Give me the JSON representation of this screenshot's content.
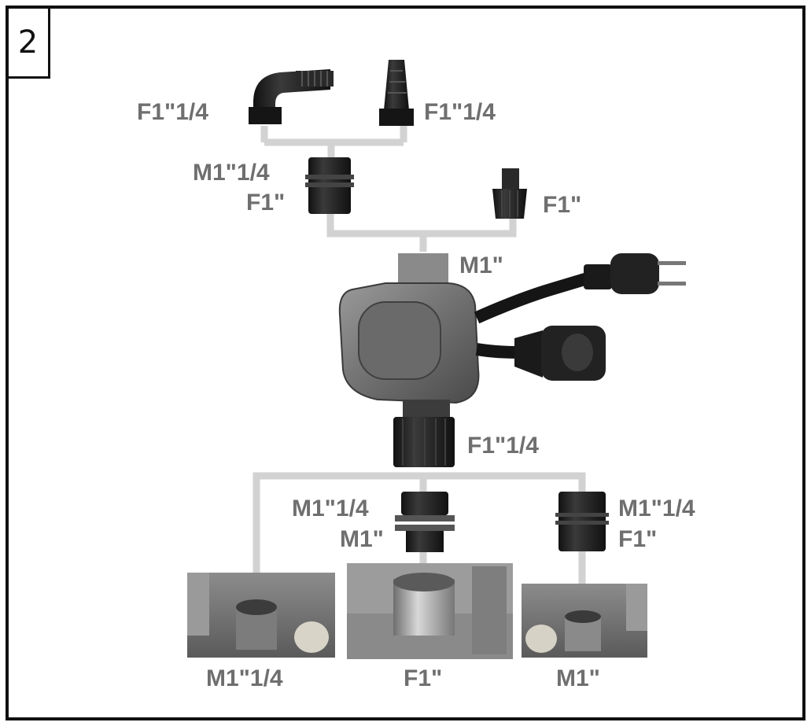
{
  "step_number": "2",
  "labels": {
    "elbow_thread": "F1\"1/4",
    "hose_tail_thread": "F1\"1/4",
    "reducer_top_line1": "M1\"1/4",
    "reducer_top_line2": "F1\"",
    "quick_connector_thread": "F1\"",
    "controller_inlet": "M1\"",
    "controller_outlet": "F1\"1/4",
    "reducer_mid_line1": "M1\"1/4",
    "reducer_mid_line2": "M1\"",
    "reducer_right_line1": "M1\"1/4",
    "reducer_right_line2": "F1\"",
    "pump_left_port": "M1\"1/4",
    "pump_center_port": "F1\"",
    "pump_right_port": "M1\""
  },
  "colors": {
    "part_dark": "#1c1c1c",
    "housing_gray": "#777777",
    "connector_line": "#d2d2d2",
    "label_gray": "#6f6f6f"
  }
}
